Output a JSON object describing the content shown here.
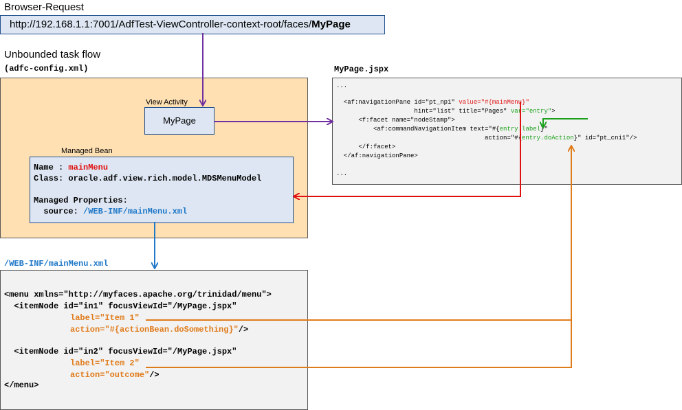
{
  "browser": {
    "label": "Browser-Request",
    "url_prefix": "http://192.168.1.1:7001/AdfTest-ViewController-context-root/faces/",
    "url_page": "MyPage"
  },
  "taskflow": {
    "title": "Unbounded task flow",
    "file": "(adfc-config.xml)",
    "view_activity_label": "View Activity",
    "view_activity_name": "MyPage",
    "bean_label": "Managed Bean",
    "bean": {
      "name_key": "Name : ",
      "name_value": "mainMenu",
      "class_line": "Class: oracle.adf.view.rich.model.MDSMenuModel",
      "props_label": "Managed Properties:",
      "source_key": "  source: ",
      "source_value": "/WEB-INF/mainMenu.xml"
    }
  },
  "jspx": {
    "file": "MyPage.jspx",
    "dots_top": "...",
    "l1_a": "  <af:navigationPane id=\"pt_np1\" ",
    "l1_b": "value=\"#{mainMenu}\"",
    "l2_a": "                     hint=\"list\" title=\"Pages\" ",
    "l2_b": "var=\"entry\"",
    "l2_c": ">",
    "l3": "      <f:facet name=\"nodeStamp\">",
    "l4_a": "          <af:commandNavigationItem text=\"#{",
    "l4_b": "entry.label",
    "l4_c": "}\"",
    "l5_a": "                                        action=\"#{",
    "l5_b": "entry.doAction",
    "l5_c": "}\" id=\"pt_cni1\"/>",
    "l6": "      </f:facet>",
    "l7": "  </af:navigationPane>",
    "dots_bottom": "..."
  },
  "menu": {
    "file": "/WEB-INF/mainMenu.xml",
    "l1": "<menu xmlns=\"http://myfaces.apache.org/trinidad/menu\">",
    "l2": "  <itemNode id=\"in1\" focusViewId=\"/MyPage.jspx\"",
    "l3": "label=\"Item 1\"",
    "l4_a": "action=\"#{actionBean.doSomething}\"",
    "l4_b": "/>",
    "l5": "  <itemNode id=\"in2\" focusViewId=\"/MyPage.jspx\"",
    "l6": "label=\"Item 2\"",
    "l7_a": "action=\"outcome\"",
    "l7_b": "/>",
    "l8": "</menu>"
  },
  "colors": {
    "purple": "#7030a0",
    "red": "#e01010",
    "green": "#1aa01a",
    "orange": "#e07b1a",
    "blue": "#1f78c8"
  }
}
